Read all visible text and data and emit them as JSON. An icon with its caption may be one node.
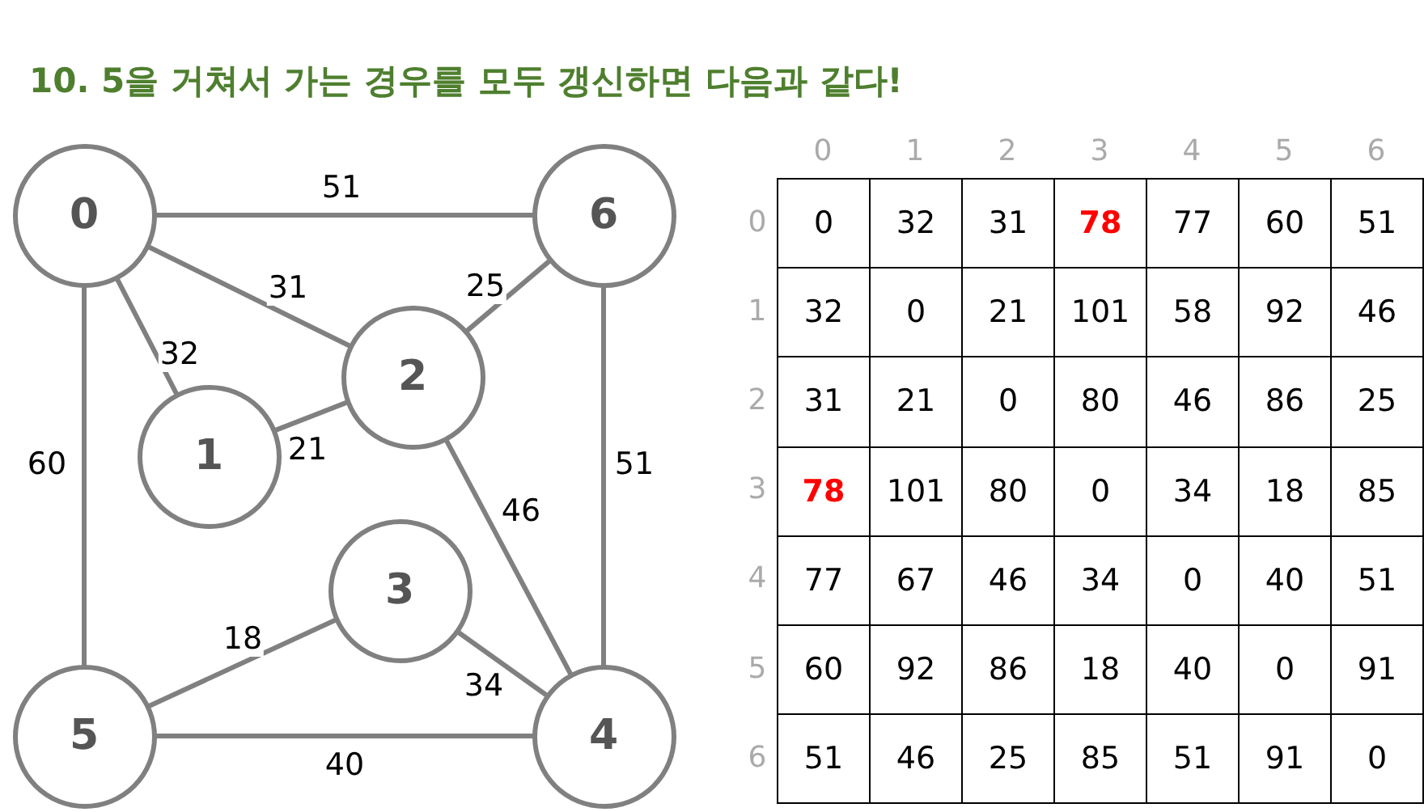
{
  "diagram": {
    "title": "10. 5을 거쳐서 가는 경우를 모두 갱신하면 다음과 같다!",
    "nodes": [
      {
        "text": [
          "0"
        ]
      },
      {
        "text": [
          "1"
        ]
      },
      {
        "text": [
          "2"
        ]
      },
      {
        "text": [
          "3"
        ]
      },
      {
        "text": [
          "4"
        ]
      },
      {
        "text": [
          "5"
        ]
      },
      {
        "text": [
          "6"
        ]
      }
    ],
    "edges": [
      {
        "from": 0,
        "to": 6,
        "arrow": "none",
        "label": "51"
      },
      {
        "from": 0,
        "to": 2,
        "arrow": "none",
        "label": "31"
      },
      {
        "from": 0,
        "to": 1,
        "arrow": "none",
        "label": "32"
      },
      {
        "from": 1,
        "to": 2,
        "arrow": "none",
        "label": "21"
      },
      {
        "from": 2,
        "to": 6,
        "arrow": "none",
        "label": "25"
      },
      {
        "from": 2,
        "to": 4,
        "arrow": "none",
        "label": "46"
      },
      {
        "from": 6,
        "to": 4,
        "arrow": "none",
        "label": "51"
      },
      {
        "from": 0,
        "to": 5,
        "arrow": "none",
        "label": "60"
      },
      {
        "from": 3,
        "to": 5,
        "arrow": "none",
        "label": "18"
      },
      {
        "from": 3,
        "to": 4,
        "arrow": "none",
        "label": "34"
      },
      {
        "from": 5,
        "to": 4,
        "arrow": "none",
        "label": "40"
      }
    ],
    "labels": [
      "0",
      "1",
      "2",
      "3",
      "4",
      "5",
      "6",
      "0",
      "0",
      "32",
      "31",
      "78",
      "77",
      "60",
      "51",
      "1",
      "32",
      "0",
      "21",
      "101",
      "58",
      "92",
      "46",
      "2",
      "31",
      "21",
      "0",
      "80",
      "46",
      "86",
      "25",
      "3",
      "78",
      "101",
      "80",
      "0",
      "34",
      "18",
      "85",
      "4",
      "77",
      "67",
      "46",
      "34",
      "0",
      "40",
      "51",
      "5",
      "60",
      "92",
      "86",
      "18",
      "40",
      "0",
      "91",
      "6",
      "51",
      "46",
      "25",
      "85",
      "51",
      "91",
      "0"
    ]
  }
}
